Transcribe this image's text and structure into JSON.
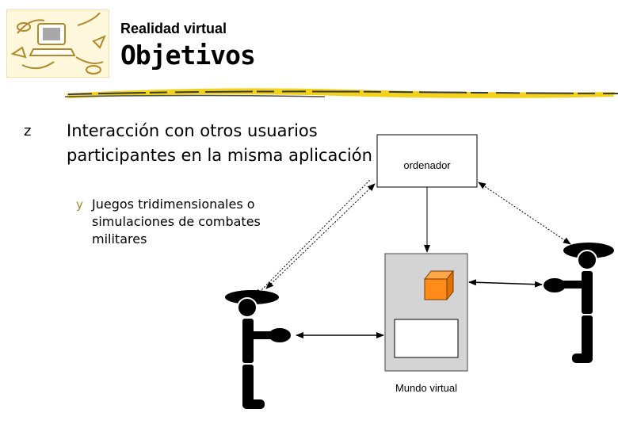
{
  "header": {
    "subtitle": "Realidad virtual",
    "title": "Objetivos"
  },
  "bullets": [
    {
      "marker": "z",
      "text": "Interacción con otros usuarios participantes en la misma aplicación",
      "sub": [
        {
          "marker": "y",
          "text": "Juegos tridimensionales o simulaciones de combates militares"
        }
      ]
    }
  ],
  "diagram": {
    "computer_label": "ordenador",
    "world_label": "Mundo virtual"
  },
  "colors": {
    "accent_yellow": "#f2d21b",
    "cube_orange": "#ff8c1a",
    "world_gray": "#d4d4d4"
  }
}
